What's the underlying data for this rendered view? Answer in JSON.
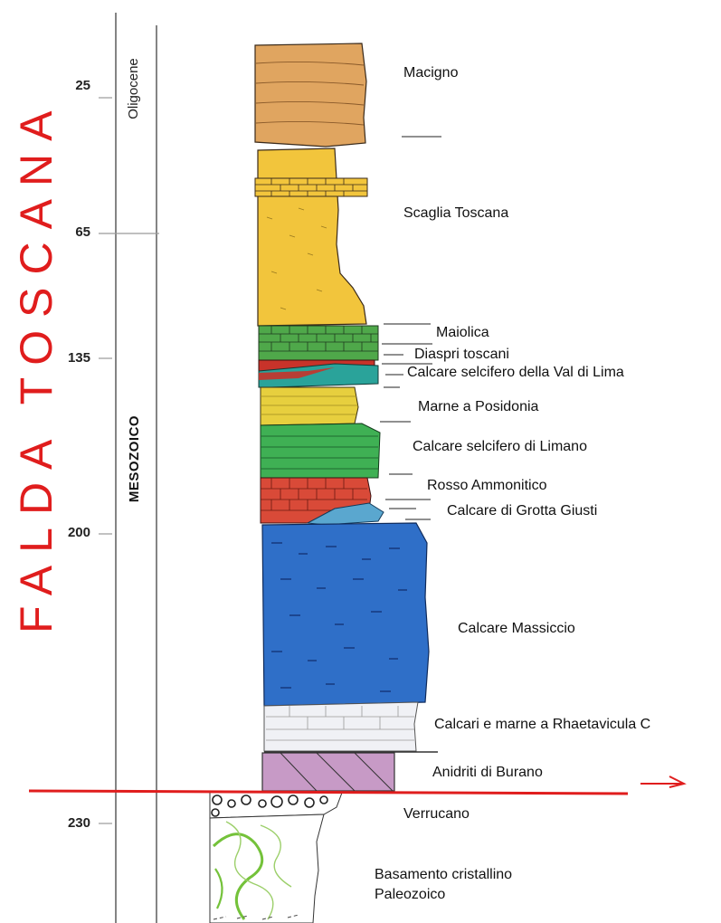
{
  "title": "FALDA TOSCANA",
  "periods": {
    "main": "MESOZOICO",
    "sub": "Oligocene"
  },
  "ages": [
    "25",
    "65",
    "135",
    "200",
    "230"
  ],
  "units": [
    "Macigno",
    "Scaglia Toscana",
    "Maiolica",
    "Diaspri toscani",
    "Calcare selcifero della Val di Lima",
    "Marne a Posidonia",
    "Calcare selcifero di Limano",
    "Rosso Ammonitico",
    "Calcare di Grotta Giusti",
    "Calcare Massiccio",
    "Calcari e marne a Rhaetavicula C",
    "Anidriti di Burano",
    "Verrucano",
    "Basamento cristallino",
    "Paleozoico"
  ],
  "colors": {
    "macigno": "#e0a560",
    "scaglia": "#f2c53c",
    "maiolica": "#4fa84a",
    "diaspri": "#c8332a",
    "val_di_lima": "#2aa39a",
    "posidonia": "#e7cf3e",
    "limano": "#3fb054",
    "rosso": "#d94a38",
    "grotta": "#5aa7cf",
    "massiccio": "#2f6fc8",
    "rhaet": "#f0f1f5",
    "burano": "#c79ac6",
    "red_line": "#e01d1d",
    "basement_green": "#74c23a"
  }
}
